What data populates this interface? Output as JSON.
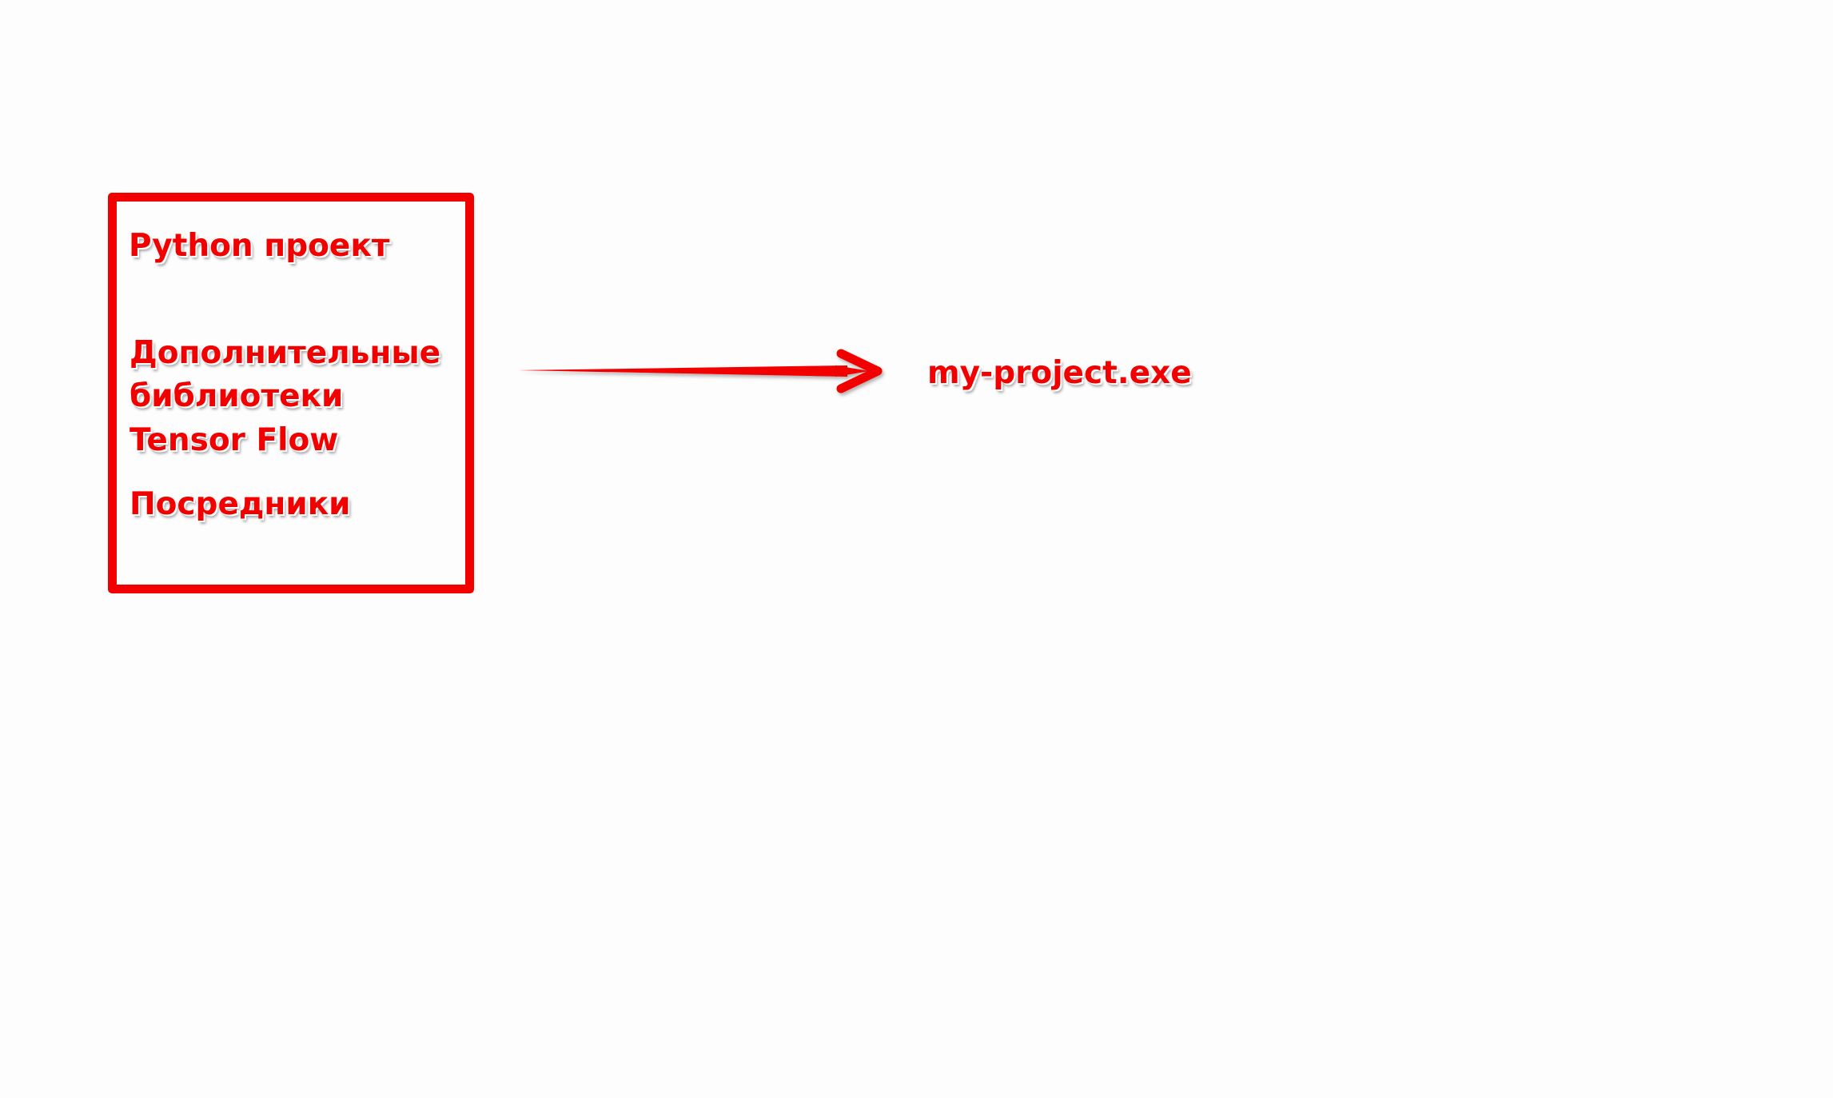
{
  "diagram": {
    "box_items": [
      "Python проект",
      "Дополнительные",
      "библиотеки",
      "Tensor Flow",
      "Посредники"
    ],
    "output": "my-project.exe"
  },
  "colors": {
    "accent": "#f20000",
    "background": "#fdfdfd"
  },
  "icons": {
    "arrow": "arrow-right-icon"
  }
}
